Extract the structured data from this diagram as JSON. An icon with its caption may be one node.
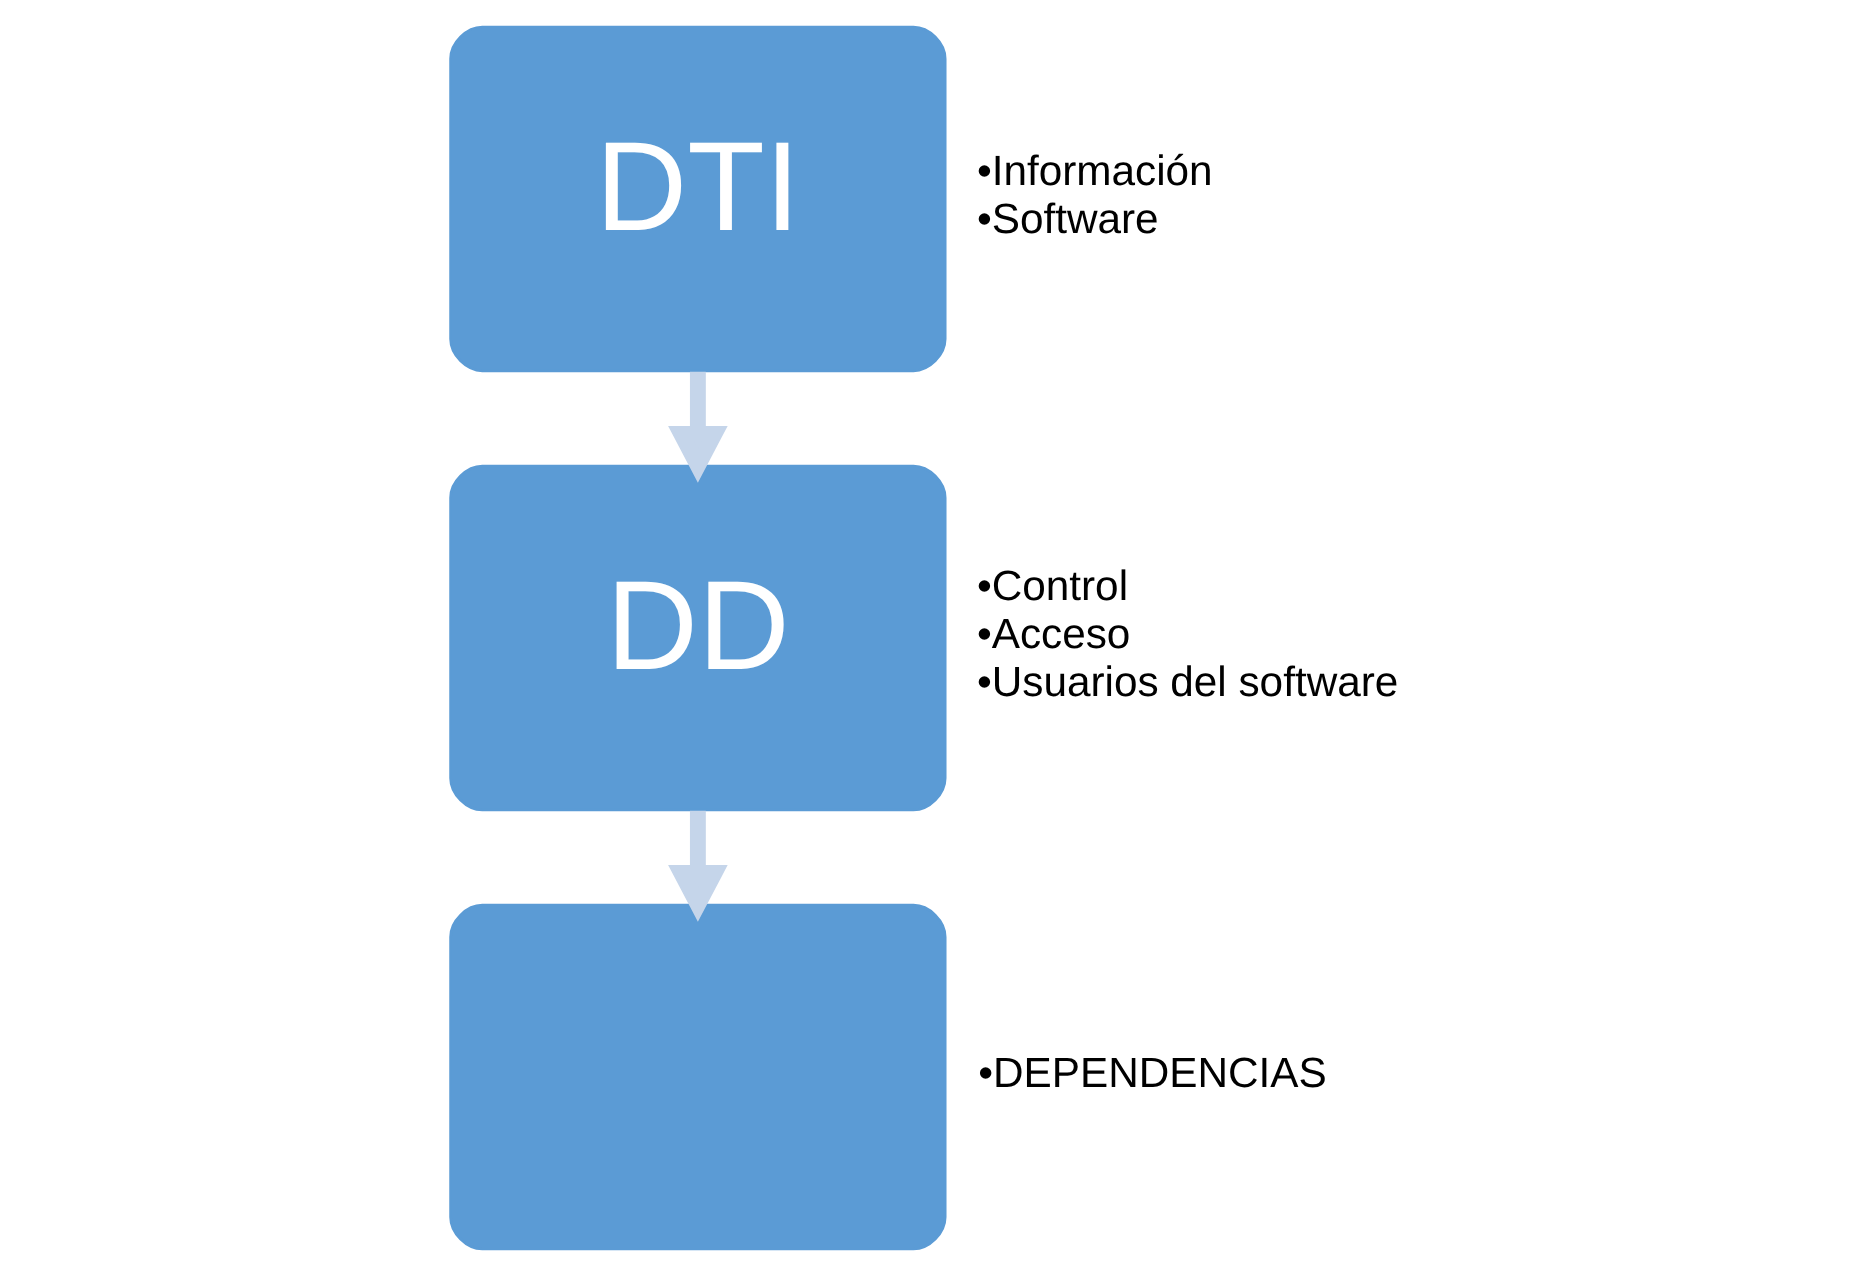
{
  "diagram": {
    "nodes": [
      {
        "text": [
          "DTI"
        ],
        "beside": [
          "•Información",
          "•Software"
        ]
      },
      {
        "text": [
          "DD"
        ],
        "beside": [
          "•Control",
          "•Acceso",
          "•Usuarios del software"
        ]
      },
      {
        "text": [],
        "shape": "box",
        "beside": [
          "•DEPENDENCIAS"
        ]
      }
    ],
    "edges": [
      {
        "from": 0,
        "to": 1,
        "arrow": "to"
      },
      {
        "from": 1,
        "to": 2,
        "arrow": "to"
      }
    ]
  }
}
